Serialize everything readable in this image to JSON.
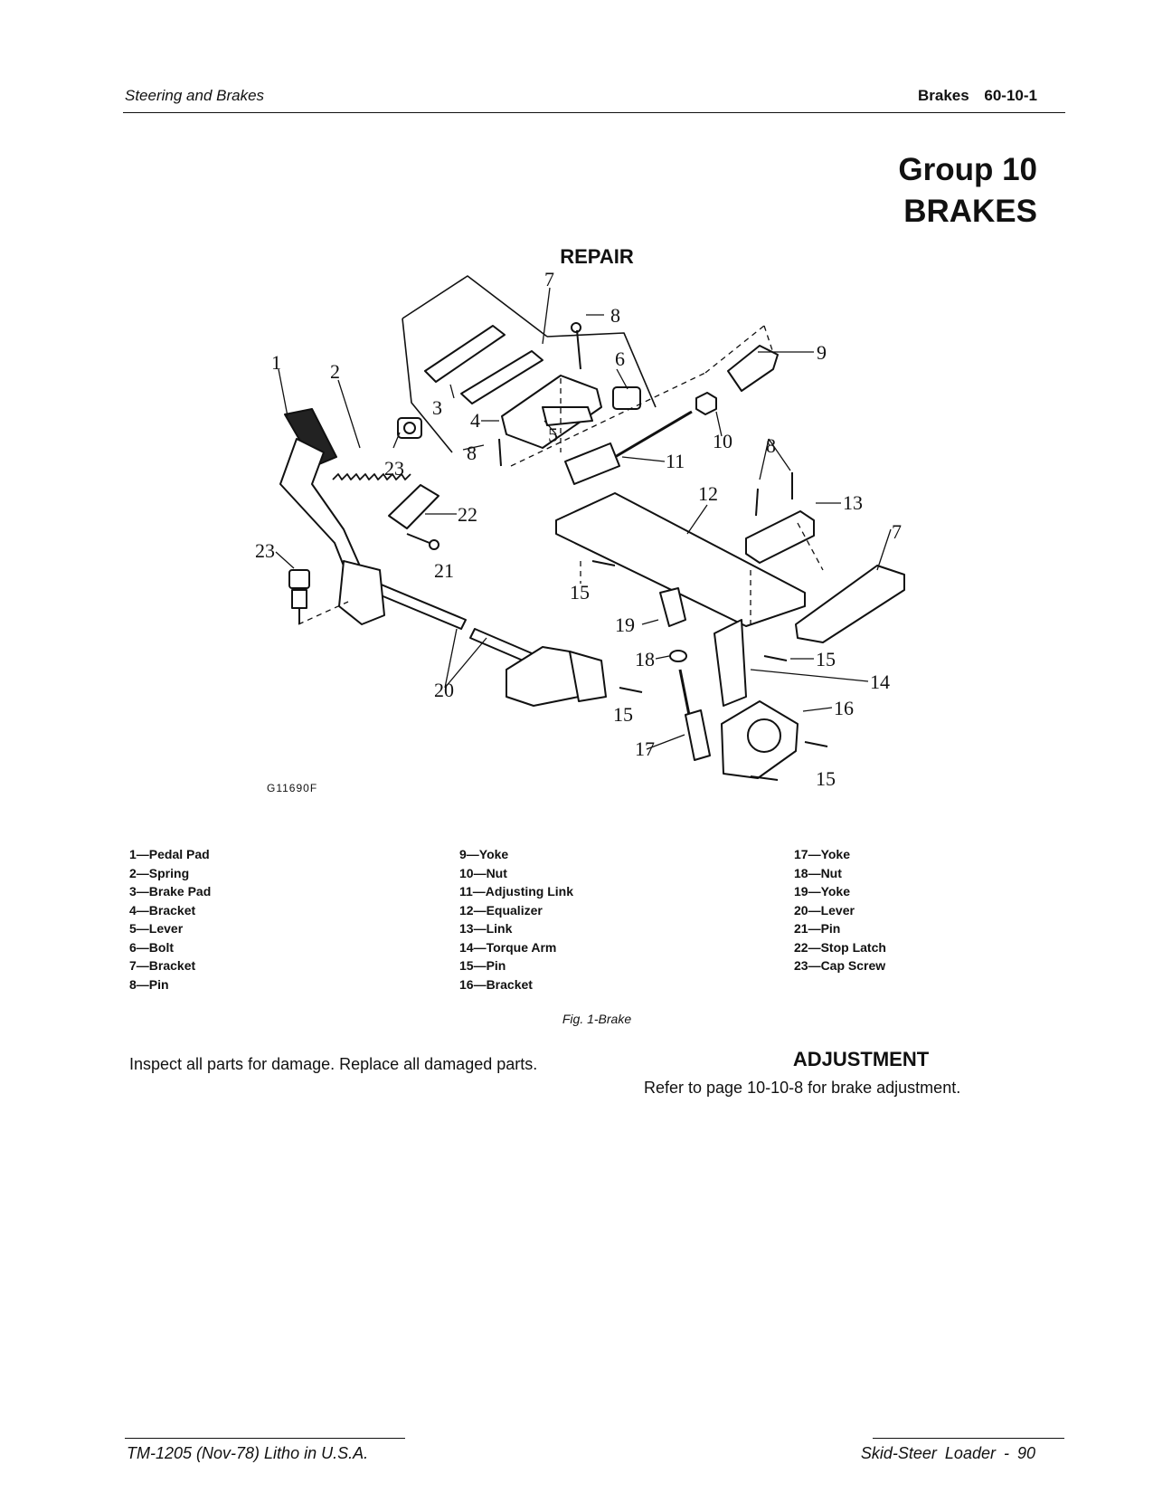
{
  "header": {
    "section": "Steering and Brakes",
    "page_ref": "Brakes 60-10-1"
  },
  "group": {
    "line1": "Group 10",
    "line2": "BRAKES"
  },
  "repair": {
    "heading": "REPAIR"
  },
  "diagram": {
    "code": "G11690F",
    "callouts": [
      "1",
      "2",
      "3",
      "4",
      "5",
      "6",
      "7",
      "8",
      "8",
      "9",
      "10",
      "11",
      "12",
      "13",
      "7",
      "8",
      "14",
      "15",
      "15",
      "15",
      "15",
      "16",
      "17",
      "18",
      "19",
      "20",
      "21",
      "22",
      "23",
      "23"
    ]
  },
  "legend": {
    "col1": [
      "1—Pedal Pad",
      "2—Spring",
      "3—Brake Pad",
      "4—Bracket",
      "5—Lever",
      "6—Bolt",
      "7—Bracket",
      "8—Pin"
    ],
    "col2": [
      "9—Yoke",
      "10—Nut",
      "11—Adjusting Link",
      "12—Equalizer",
      "13—Link",
      "14—Torque Arm",
      "15—Pin",
      "16—Bracket"
    ],
    "col3": [
      "17—Yoke",
      "18—Nut",
      "19—Yoke",
      "20—Lever",
      "21—Pin",
      "22—Stop Latch",
      "23—Cap Screw"
    ]
  },
  "figure_caption": "Fig. 1-Brake",
  "inspect_text": "Inspect all parts for damage. Replace all damaged parts.",
  "adjustment": {
    "heading": "ADJUSTMENT",
    "text": "Refer to page 10-10-8 for brake adjustment."
  },
  "footer": {
    "left": "TM-1205 (Nov-78) Litho in U.S.A.",
    "right": "Skid-Steer Loader - 90"
  }
}
